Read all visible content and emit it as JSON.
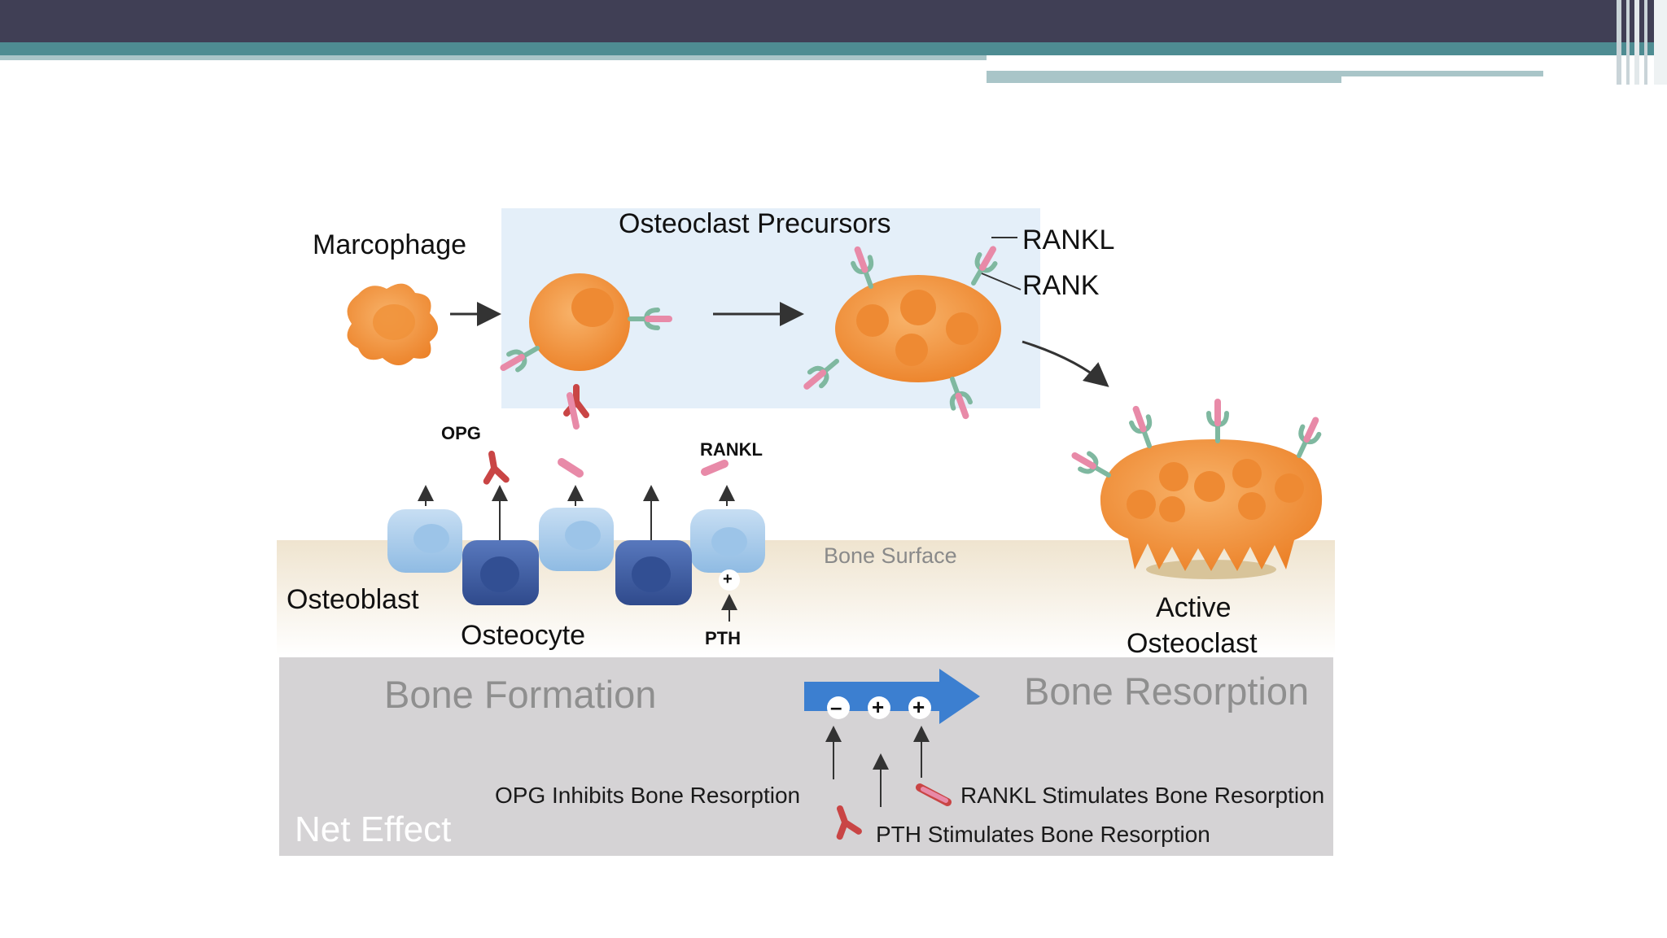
{
  "slide": {
    "colors": {
      "header_dark": "#403f55",
      "header_teal": "#4e8c92",
      "header_pale": "#a9c5c8",
      "cell_orange": "#f0923a",
      "osteoblast_blue": "#a9cdea",
      "osteocyte_blue": "#3f5fa6",
      "receptor_green": "#7fb8a0",
      "ligand_pink": "#e88aa8",
      "opg_red": "#c94545",
      "arrow_blue": "#3c7fd0",
      "effect_panel": "#d5d3d5",
      "precursor_panel": "#e4eff9"
    }
  },
  "diagram": {
    "labels": {
      "macrophage": "Marcophage",
      "precursors": "Osteoclast Precursors",
      "rankl_top": "RANKL",
      "rank": "RANK",
      "opg": "OPG",
      "rankl_mid": "RANKL",
      "bone_surface": "Bone Surface",
      "osteoblast": "Osteoblast",
      "osteocyte": "Osteocyte",
      "pth": "PTH",
      "plus": "+",
      "active_osteoclast_1": "Active",
      "active_osteoclast_2": "Osteoclast"
    },
    "net_effect": {
      "bone_formation": "Bone Formation",
      "bone_resorption": "Bone Resorption",
      "net_effect": "Net Effect",
      "opg_effect": "OPG Inhibits Bone Resorption",
      "rankl_effect": "RANKL Stimulates Bone Resorption",
      "pth_effect": "PTH Stimulates Bone Resorption",
      "signs": [
        "–",
        "+",
        "+"
      ]
    }
  }
}
